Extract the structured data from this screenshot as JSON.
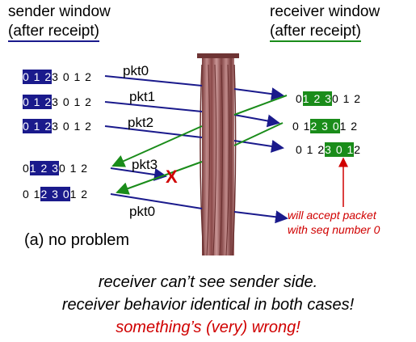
{
  "headers": {
    "sender_title": "sender window",
    "sender_sub": "(after receipt)",
    "receiver_title": "receiver window",
    "receiver_sub": "(after receipt)"
  },
  "sender_rows": [
    {
      "before": "",
      "window": "0 1 2",
      "after": " 3 0 1 2"
    },
    {
      "before": "",
      "window": "0 1 2",
      "after": " 3 0 1 2"
    },
    {
      "before": "",
      "window": "0 1 2",
      "after": " 3 0 1 2"
    },
    {
      "before": "0 ",
      "window": "1 2 3",
      "after": " 0 1 2"
    },
    {
      "before": "0 1 ",
      "window": "2 3 0",
      "after": " 1 2"
    }
  ],
  "receiver_rows": [
    {
      "before": "0 ",
      "window": "1 2 3",
      "after": " 0 1 2"
    },
    {
      "before": "0 1 ",
      "window": "2 3 0",
      "after": " 1 2"
    },
    {
      "before": "0 1 2 ",
      "window": "3 0 1",
      "after": " 2"
    }
  ],
  "packets": [
    "pkt0",
    "pkt1",
    "pkt2",
    "pkt3",
    "pkt0"
  ],
  "loss_marker": "X",
  "caption": "(a) no problem",
  "note_line1": "will accept packet",
  "note_line2": "with seq number 0",
  "bottom_line1": "receiver can’t see sender side.",
  "bottom_line2": "receiver behavior identical in both cases!",
  "bottom_line3": "something’s (very) wrong!",
  "colors": {
    "sender_window": "#1a1a8c",
    "receiver_window": "#1a8c1a",
    "arrow_blue": "#1a1a8c",
    "arrow_green": "#1a8c1a",
    "alert_red": "#d00000",
    "curtain": "#9b5a5a"
  }
}
